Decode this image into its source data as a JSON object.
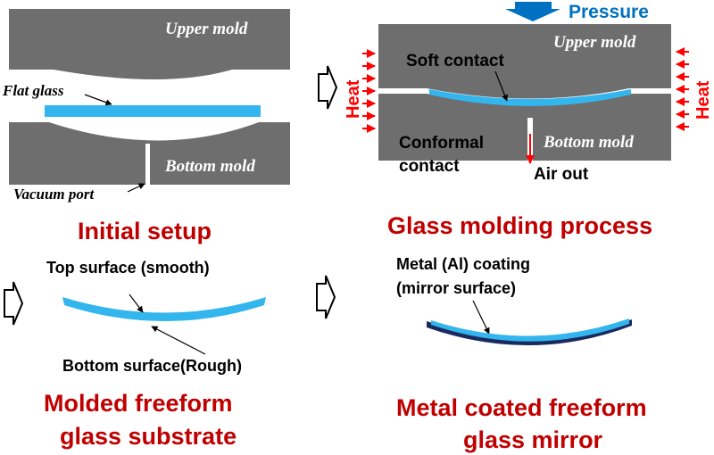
{
  "colors": {
    "mold": "#6e6e6e",
    "glass": "#33b5ee",
    "caption": "#c00000",
    "pressure": "#0070c0",
    "heat": "#ff0000",
    "coating": "#1a2a5e"
  },
  "panels": {
    "initial": {
      "upper_mold": "Upper mold",
      "bottom_mold": "Bottom mold",
      "flat_glass": "Flat glass",
      "vacuum_port": "Vacuum port",
      "caption": "Initial setup"
    },
    "molding": {
      "pressure": "Pressure",
      "upper_mold": "Upper mold",
      "bottom_mold": "Bottom mold",
      "soft_contact": "Soft contact",
      "conformal_line1": "Conformal",
      "conformal_line2": "contact",
      "air_out": "Air out",
      "heat_left": "Heat",
      "heat_right": "Heat",
      "caption": "Glass molding process"
    },
    "molded": {
      "top_surface": "Top surface (smooth)",
      "bottom_surface": "Bottom surface(Rough)",
      "caption_line1": "Molded freeform",
      "caption_line2": "glass substrate"
    },
    "coated": {
      "coating_line1": "Metal (Al) coating",
      "coating_line2": "(mirror surface)",
      "caption_line1": "Metal coated freeform",
      "caption_line2": "glass mirror"
    }
  },
  "icons": [
    "process-arrow-icon",
    "pressure-arrow-icon",
    "heat-arrow-icon"
  ]
}
